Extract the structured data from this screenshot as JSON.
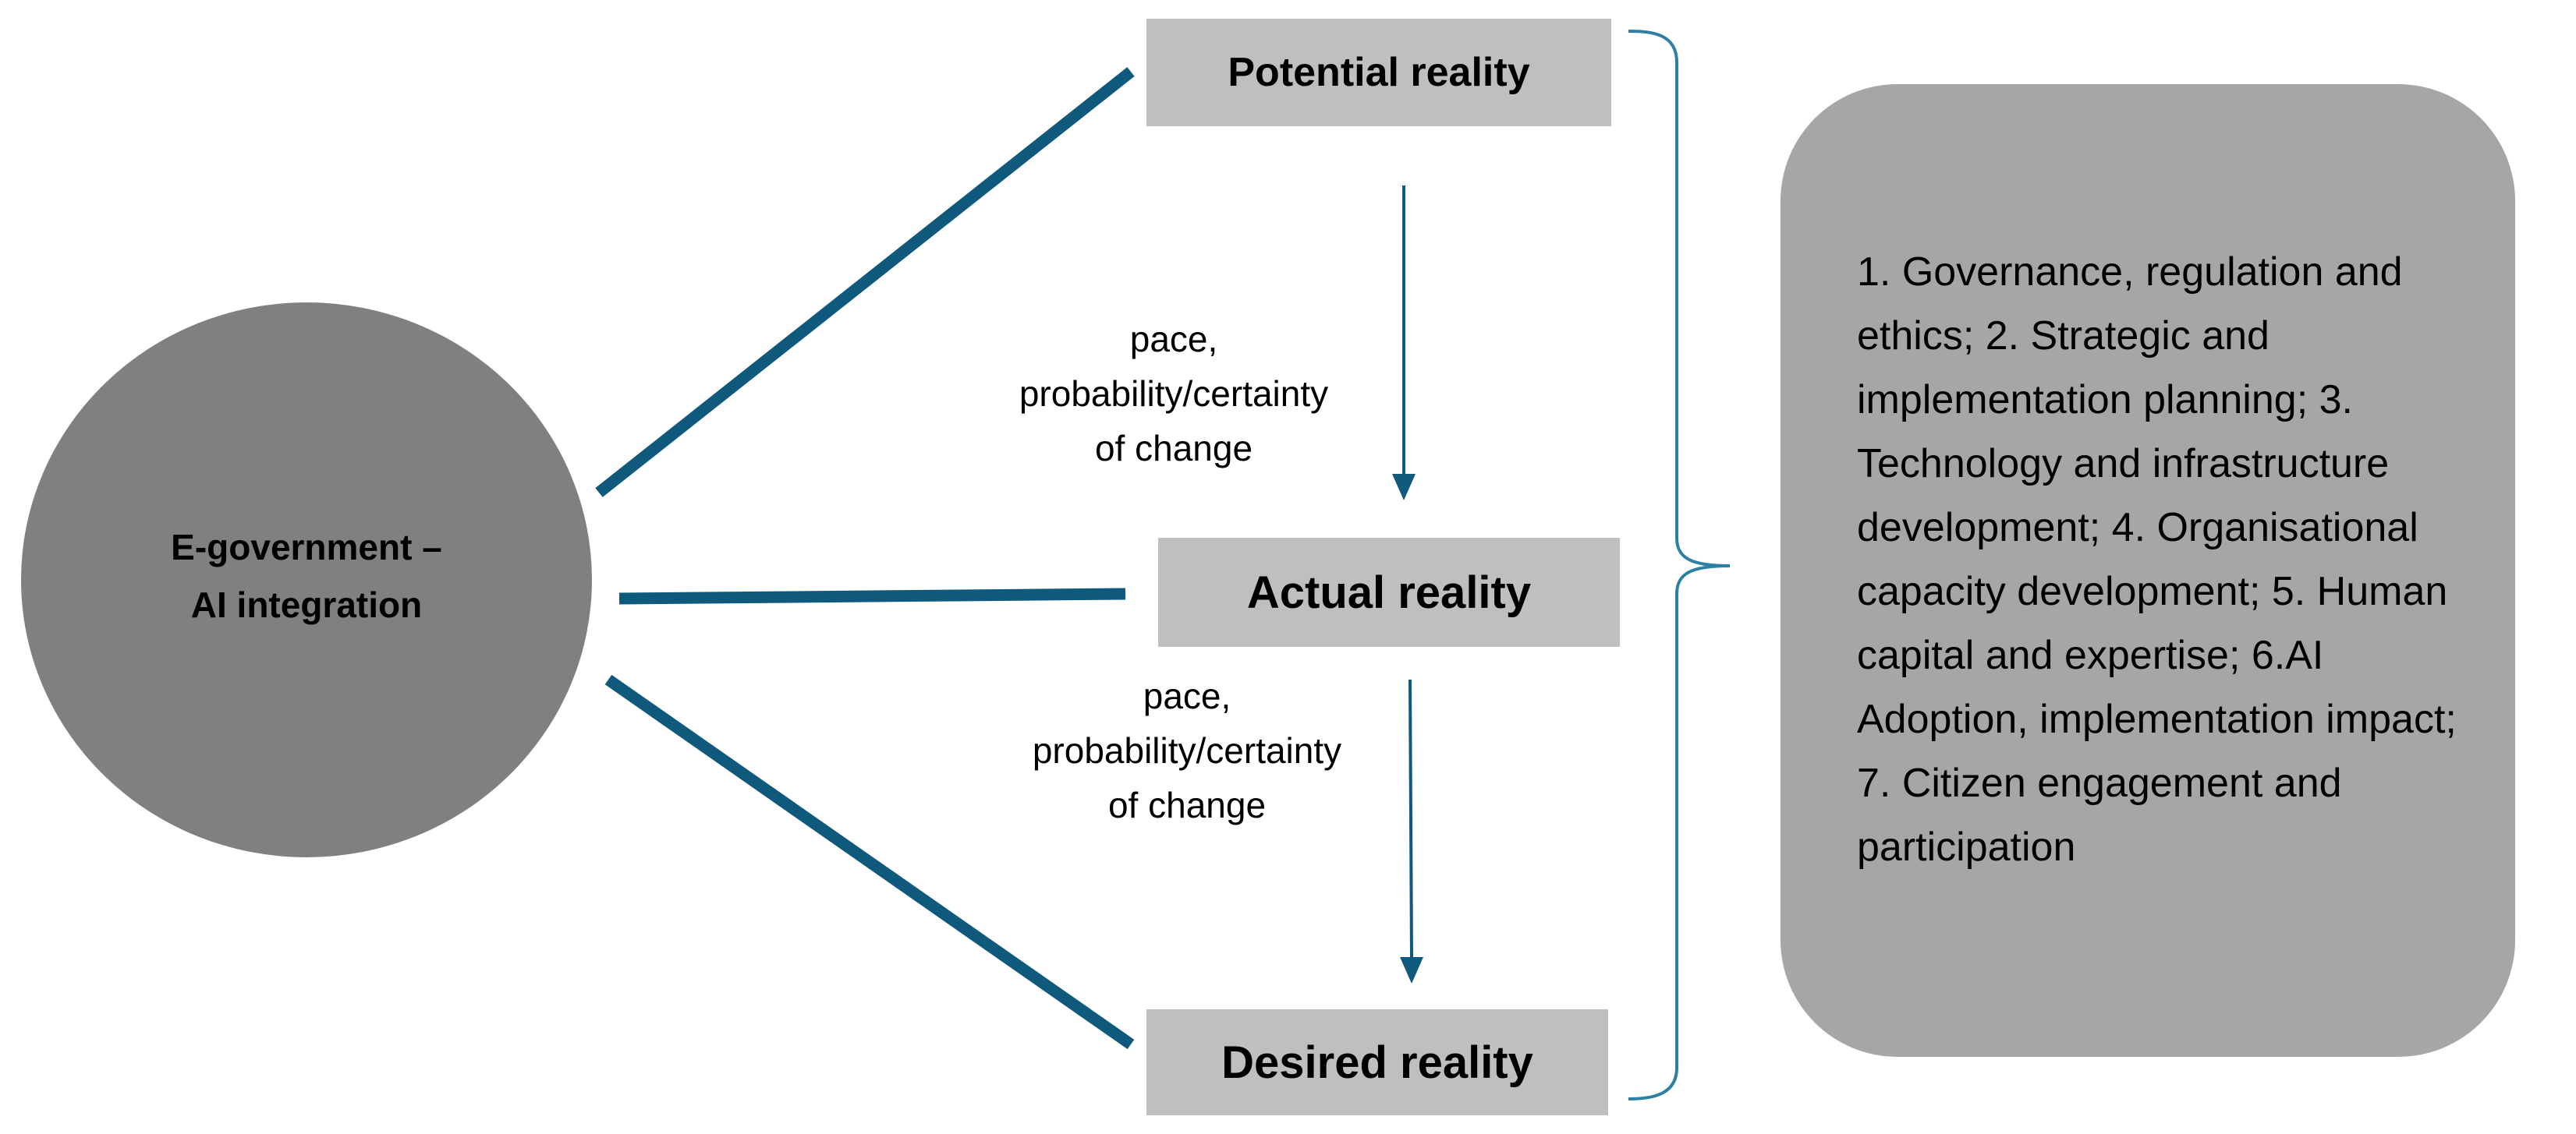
{
  "diagram": {
    "center": {
      "label": "E-government –\nAI integration"
    },
    "realities": {
      "potential": "Potential reality",
      "actual": "Actual reality",
      "desired": "Desired reality"
    },
    "change_labels": [
      "pace,\nprobability/certainty\nof change",
      "pace,\nprobability/certainty\nof change"
    ],
    "dimensions_text": "1. Governance, regulation and ethics; 2. Strategic and implementation planning; 3. Technology and infrastructure development; 4. Organisational capacity development; 5. Human capital and expertise; 6.AI Adoption, implementation impact; 7. Citizen engagement and participation",
    "colors": {
      "connector": "#0f5a7c",
      "circle": "#808080",
      "reality_box": "#bfbfbf",
      "panel": "#a6a6a6"
    }
  }
}
